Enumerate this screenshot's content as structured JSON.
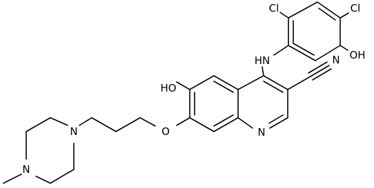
{
  "molecule": {
    "atoms": {
      "cl_left": "Cl",
      "cl_right": "Cl",
      "oh_aryl": "OH",
      "nh_linker": "HN",
      "ho_quinoline": "HO",
      "nitrile_n": "N",
      "quinoline_n": "N",
      "ether_o": "O",
      "piperazine_n1": "N",
      "piperazine_n4": "N"
    }
  }
}
